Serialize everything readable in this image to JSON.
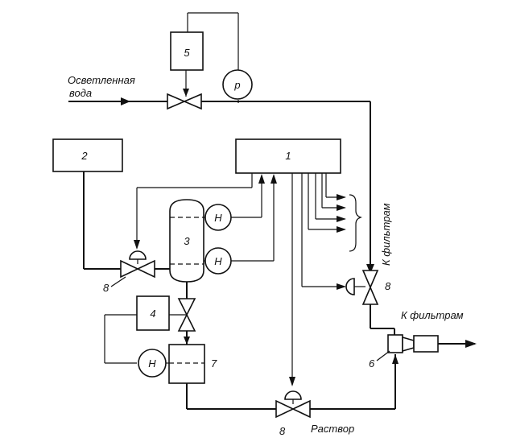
{
  "labels": {
    "clarified_water_line1": "Осветленная",
    "clarified_water_line2": "вода",
    "to_filters_vertical": "К фильтрам",
    "to_filters_horizontal": "К фильтрам",
    "solution": "Раствор"
  },
  "blocks": {
    "b1": "1",
    "b2": "2",
    "b3": "3",
    "b4": "4",
    "b5": "5",
    "b6": "6",
    "b7": "7",
    "b8_left": "8",
    "b8_right": "8",
    "b8_bottom": "8"
  },
  "instruments": {
    "pressure": "p",
    "level_upper": "Н",
    "level_lower": "Н",
    "level_tank7": "Н"
  }
}
